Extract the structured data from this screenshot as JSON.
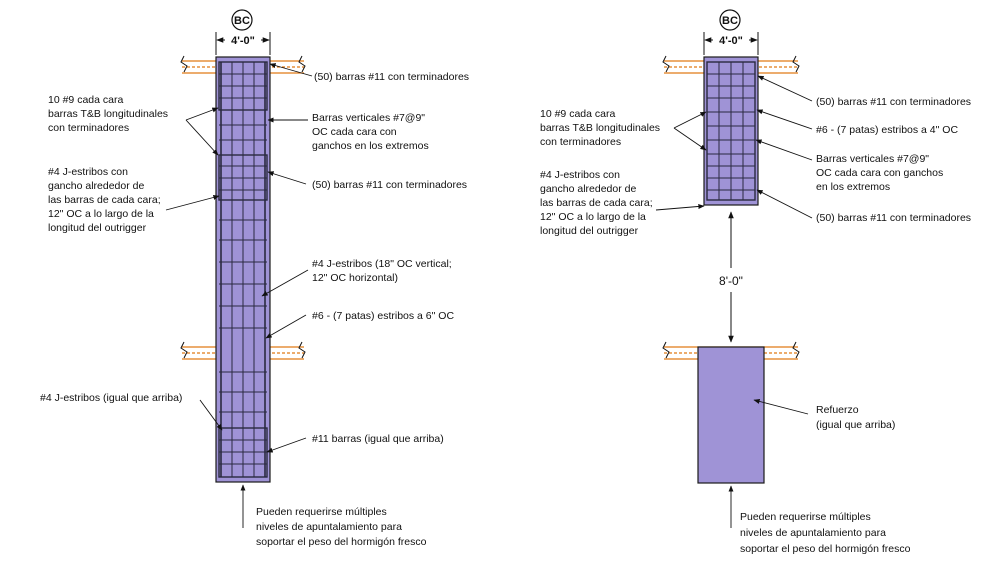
{
  "colors": {
    "concrete": "#9f93d6",
    "concrete_dark": "#8e82c9",
    "rebar": "#2a2a40",
    "slab_line": "#e07a16",
    "stroke": "#1a1a1a"
  },
  "left": {
    "bubble": "BC",
    "width_dim": "4'-0\"",
    "labels": {
      "bars_11_top": "(50) barras #11 con terminadores",
      "bars_9_l1": "10 #9 cada cara",
      "bars_9_l2": "barras T&B longitudinales",
      "bars_9_l3": "con terminadores",
      "vert_l1": "Barras verticales #7@9\"",
      "vert_l2": "OC cada cara con",
      "vert_l3": "ganchos en los extremos",
      "bars_11_mid": "(50) barras #11 con terminadores",
      "j4_l1": "#4 J-estribos con",
      "j4_l2": "gancho alrededor de",
      "j4_l3": "las barras de cada cara;",
      "j4_l4": "12\" OC a lo largo de la",
      "j4_l5": "longitud del outrigger",
      "j4b_l1": "#4 J-estribos (18\" OC vertical;",
      "j4b_l2": "12\" OC horizontal)",
      "stirrup_6": "#6 - (7 patas) estribos a 6\" OC",
      "j4_same": "#4 J-estribos (igual que arriba)",
      "bars_11_same": "#11 barras (igual que arriba)",
      "shore_l1": "Pueden requerirse múltiples",
      "shore_l2": "niveles de apuntalamiento para",
      "shore_l3": "soportar el peso del hormigón fresco"
    }
  },
  "right": {
    "bubble": "BC",
    "width_dim": "4'-0\"",
    "height_dim": "8'-0\"",
    "labels": {
      "bars_9_l1": "10 #9 cada cara",
      "bars_9_l2": "barras T&B longitudinales",
      "bars_9_l3": "con terminadores",
      "bars_11_top": "(50) barras #11 con terminadores",
      "stirrup_6": "#6 - (7 patas) estribos a 4\" OC",
      "vert_l1": "Barras verticales #7@9\"",
      "vert_l2": "OC cada cara con ganchos",
      "vert_l3": "en los extremos",
      "j4_l1": "#4 J-estribos con",
      "j4_l2": "gancho alrededor de",
      "j4_l3": "las barras de cada cara;",
      "j4_l4": "12\" OC a lo largo de la",
      "j4_l5": "longitud del outrigger",
      "bars_11_bot": "(50) barras #11 con terminadores",
      "refuerzo_l1": "Refuerzo",
      "refuerzo_l2": "(igual que arriba)",
      "shore_l1": "Pueden requerirse múltiples",
      "shore_l2": "niveles de apuntalamiento para",
      "shore_l3": "soportar el peso del hormigón fresco"
    }
  }
}
